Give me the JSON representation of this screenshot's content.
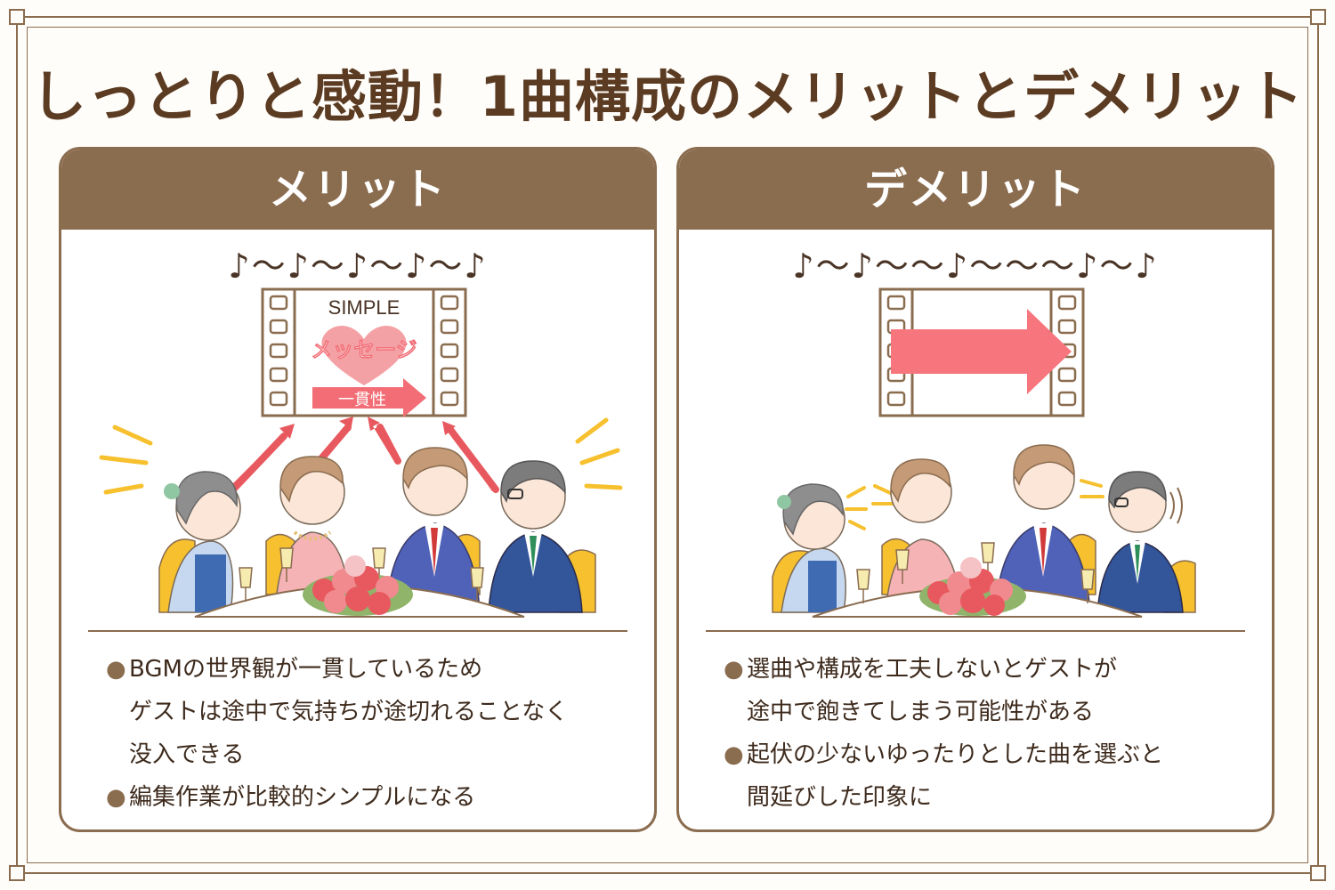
{
  "title": "しっとりと感動！1曲構成のメリットとデメリット",
  "colors": {
    "brown": "#8a6c4f",
    "pink": "#f26d76",
    "gold": "#f6c02e"
  },
  "merit": {
    "heading": "メリット",
    "music": "♪～♪～♪～♪～♪",
    "film": {
      "top_label": "SIMPLE",
      "heart_label": "メッセージ",
      "arrow_label": "一貫性"
    },
    "bullets": [
      {
        "lines": [
          "BGMの世界観が一貫しているため",
          "ゲストは途中で気持ちが途切れることなく",
          "没入できる"
        ]
      },
      {
        "lines": [
          "編集作業が比較的シンプルになる"
        ]
      }
    ]
  },
  "demerit": {
    "heading": "デメリット",
    "music": "♪～♪～～♪～～～♪～♪",
    "bullets": [
      {
        "lines": [
          "選曲や構成を工夫しないとゲストが",
          "途中で飽きてしまう可能性がある"
        ]
      },
      {
        "lines": [
          "起伏の少ないゆったりとした曲を選ぶと",
          "間延びした印象に"
        ]
      }
    ]
  }
}
